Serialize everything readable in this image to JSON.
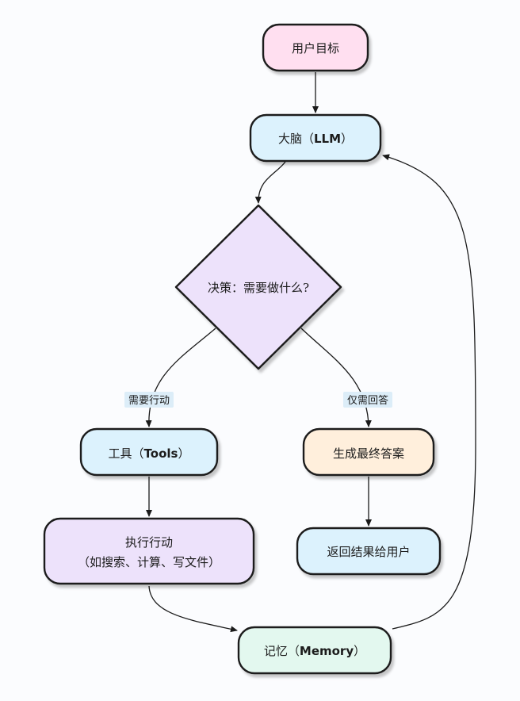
{
  "colors": {
    "pink": "#ffdff0",
    "blue": "#dcf2fd",
    "lavender": "#ede2fb",
    "peach": "#ffefdc",
    "mint": "#e3f8ef",
    "stroke": "#1a1a1a",
    "label_bg": "#dcedf8"
  },
  "nodes": {
    "user_goal": "用户目标",
    "brain_prefix": "大脑（",
    "brain_latin": "LLM",
    "brain_suffix": "）",
    "decision": "决策：需要做什么?",
    "tools_prefix": "工具（",
    "tools_latin": "Tools",
    "tools_suffix": "）",
    "execute_line1": "执行行动",
    "execute_line2": "（如搜索、计算、写文件）",
    "generate_answer": "生成最终答案",
    "return_result": "返回结果给用户",
    "memory_prefix": "记忆（",
    "memory_latin": "Memory",
    "memory_suffix": "）"
  },
  "edge_labels": {
    "need_action": "需要行动",
    "only_answer": "仅需回答"
  }
}
